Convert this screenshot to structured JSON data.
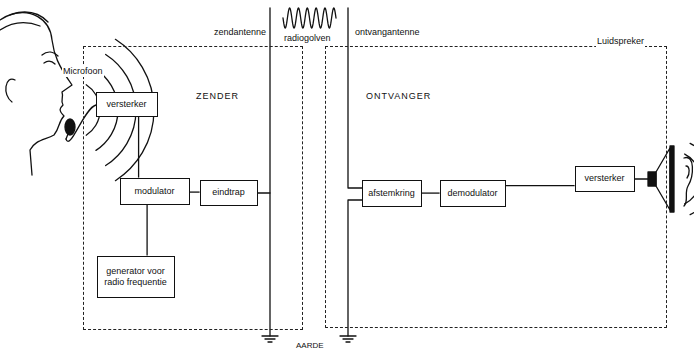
{
  "diagram": {
    "nodes": [
      {
        "text": [
          "ZENDER"
        ]
      },
      {
        "text": [
          "versterker"
        ],
        "in": 0
      },
      {
        "text": [
          "modulator"
        ],
        "in": 0
      },
      {
        "text": [
          "generator voor radio frequentie"
        ],
        "in": 0
      },
      {
        "text": [
          "eindtrap"
        ],
        "in": 0
      },
      {
        "text": [
          "ONTVANGER"
        ]
      },
      {
        "text": [
          "afstemkring"
        ],
        "in": 5
      },
      {
        "text": [
          "demodulator"
        ],
        "in": 5
      },
      {
        "text": [
          "versterker"
        ],
        "in": 5
      }
    ],
    "edges": [
      {
        "from": 1,
        "to": 2,
        "arrow": "none"
      },
      {
        "from": 3,
        "to": 2,
        "arrow": "none"
      },
      {
        "from": 2,
        "to": 4,
        "arrow": "none"
      },
      {
        "from": 6,
        "to": 7,
        "arrow": "none"
      },
      {
        "from": 7,
        "to": 8,
        "arrow": "none"
      }
    ],
    "labels": [
      "zendantenne",
      "radiogolven",
      "ontvangantenne",
      "Microfoon",
      "Luidspreker",
      "AARDE"
    ]
  }
}
